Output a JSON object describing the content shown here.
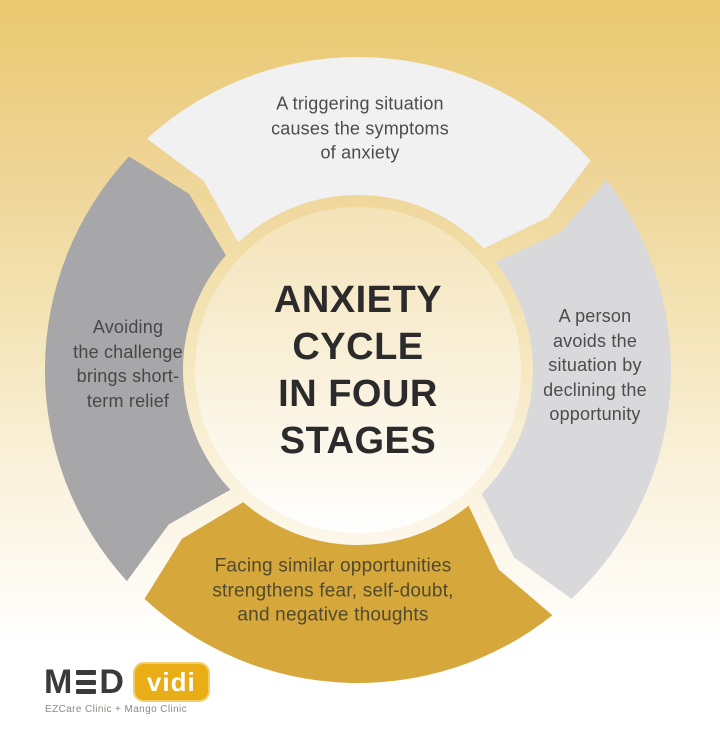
{
  "title": {
    "center": "ANXIETY\nCYCLE\nIN FOUR\nSTAGES"
  },
  "cycle": {
    "type": "cycle-diagram",
    "direction": "clockwise",
    "stages": [
      {
        "position": "top",
        "label": "A triggering situation\ncauses the symptoms\nof anxiety",
        "color": "#f1f1f2"
      },
      {
        "position": "right",
        "label": "A person\navoids the\nsituation by\ndeclining the\nopportunity",
        "color": "#d9d9db"
      },
      {
        "position": "bottom",
        "label": "Facing similar opportunities\nstrengthens fear, self-doubt,\nand negative thoughts",
        "color": "#d6a83c"
      },
      {
        "position": "left",
        "label": "Avoiding\nthe challenge\nbrings short-\nterm relief",
        "color": "#a7a7a9"
      }
    ],
    "gap_color": "#ffffff",
    "center_gradient_top": "#f4e3b8",
    "center_gradient_bottom": "#ffffff"
  },
  "colors": {
    "background_top": "#e9c96f",
    "background_bottom": "#ffffff",
    "accent_gold": "#d6a83c",
    "text_dark": "#2b2b2b",
    "text_body": "#4c4c4c"
  },
  "logo": {
    "med_m": "M",
    "med_d": "D",
    "vidi": "vidi",
    "badge_color": "#e9ad15",
    "tagline": "EZCare Clinic + Mango Clinic"
  }
}
